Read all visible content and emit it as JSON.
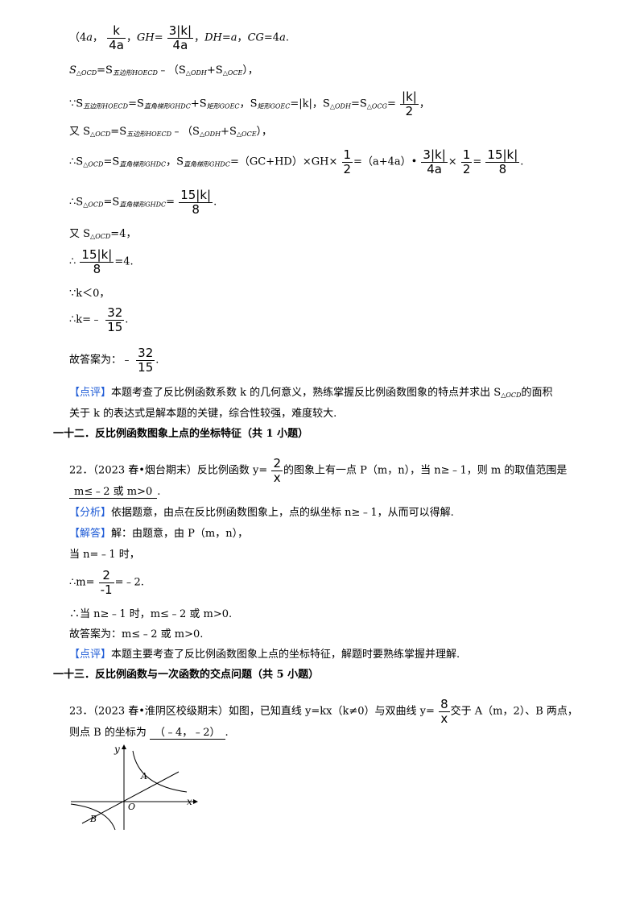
{
  "l1": {
    "a": "（4",
    "b": "a",
    "c": "，",
    "gh": "GH",
    "d": "=",
    "e": "，",
    "dh": "DH",
    "f": "=",
    "g": "a",
    "h": "，",
    "cg": "CG",
    "i": "=4",
    "j": "a",
    "k": "."
  },
  "frac": {
    "k_4a": {
      "num": "k",
      "den": "4a"
    },
    "3k_4a": {
      "num": "3|k|",
      "den": "4a"
    },
    "k_2": {
      "num": "|k|",
      "den": "2"
    },
    "one_2": {
      "num": "1",
      "den": "2"
    },
    "15k_8": {
      "num": "15|k|",
      "den": "8"
    },
    "32_15": {
      "num": "32",
      "den": "15"
    },
    "two_x": {
      "num": "2",
      "den": "x"
    },
    "two_neg1": {
      "num": "2",
      "den": "-1"
    },
    "eight_x": {
      "num": "8",
      "den": "x"
    }
  },
  "l2": {
    "s": "S",
    "sub1": "△OCD",
    "eq": "=S",
    "sub2": "五边形HOECD",
    "rest1": "﹣（S",
    "sub3": "△ODH",
    "plus": "+S",
    "sub4": "△OCE",
    "rest2": "），"
  },
  "l3": {
    "pre": "∵S",
    "sub1": "五边形HOECD",
    "eq": "=S",
    "sub2": "直角梯形GHDC",
    "plus": "+S",
    "sub3": "矩形GOEC",
    "mid": "，S",
    "sub4": "矩形GOEC",
    "eq2": "=|k|，S",
    "sub5": "△ODH",
    "eq3": "=S",
    "sub6": "△OCG",
    "eq4": "=",
    "tail": "，"
  },
  "l4": {
    "pre": "又 S",
    "sub1": "△OCD",
    "eq": "=S",
    "sub2": "五边形HOECD",
    "rest1": "﹣（S",
    "sub3": "△ODH",
    "plus": "+S",
    "sub4": "△OCE",
    "rest2": "），"
  },
  "l5": {
    "pre": "∴S",
    "sub1": "△OCD",
    "eq": "=S",
    "sub2": "直角梯形GHDC",
    "mid": "，S",
    "sub3": "直角梯形GHDC",
    "eq2": "=（GC+HD）×GH×",
    "eq3": "=（a+4a）•",
    "times": "×",
    "eq4": "=",
    "dot": "."
  },
  "l6": {
    "pre": "∴S",
    "sub1": "△OCD",
    "eq": "=S",
    "sub2": "直角梯形GHDC",
    "eq2": "=",
    "dot": "."
  },
  "l7": {
    "pre": "又 S",
    "sub1": "△OCD",
    "eq": "=4，"
  },
  "l8": {
    "pre": "∴",
    "eq": "=4."
  },
  "l9": "∵k＜0，",
  "l10": {
    "pre": "∴k=﹣",
    "dot": "."
  },
  "l11": {
    "pre": "故答案为：﹣",
    "dot": "."
  },
  "review1": {
    "tag": "【点评】",
    "text": "本题考查了反比例函数系数 k 的几何意义，熟练掌握反比例函数图象的特点并求出 S",
    "sub": "△OCD",
    "tail": "的面积"
  },
  "review1b": "关于 k 的表达式是解本题的关键，综合性较强，难度较大.",
  "sec12": "一十二．反比例函数图象上点的坐标特征（共 1 小题）",
  "q22": {
    "pre": "22．（2023 春•烟台期末）反比例函数 y=",
    "post": "的图象上有一点 P（m，n），当 n≥﹣1，则 m 的取值范围是"
  },
  "q22ans": "m≤﹣2 或 m>0",
  "q22ans_dot": ".",
  "analysis": {
    "tag": "【分析】",
    "text": "依据题意，由点在反比例函数图象上，点的纵坐标 n≥﹣1，从而可以得解."
  },
  "solution": {
    "tag": "【解答】",
    "text": "解：由题意，由 P（m，n），"
  },
  "s1": "当 n=﹣1 时，",
  "s2": {
    "pre": "∴m=",
    "post": "=﹣2."
  },
  "s3": "∴当 n≥﹣1 时，m≤﹣2 或 m>0.",
  "s4": "故答案为：m≤﹣2 或 m>0.",
  "review2": {
    "tag": "【点评】",
    "text": "本题主要考查了反比例函数图象上点的坐标特征，解题时要熟练掌握并理解."
  },
  "sec13": "一十三．反比例函数与一次函数的交点问题（共 5 小题）",
  "q23": {
    "pre": "23．（2023 春•淮阴区校级期末）如图，已知直线 y=kx（k≠0）与双曲线 y=",
    "post": "交于 A（m，2）、B 两点，",
    "line2": "则点 B 的坐标为",
    "ans": "（﹣4，﹣2）",
    "dot": "."
  },
  "graph": {
    "y": "y",
    "x": "x",
    "o": "O",
    "a": "A",
    "b": "B"
  }
}
